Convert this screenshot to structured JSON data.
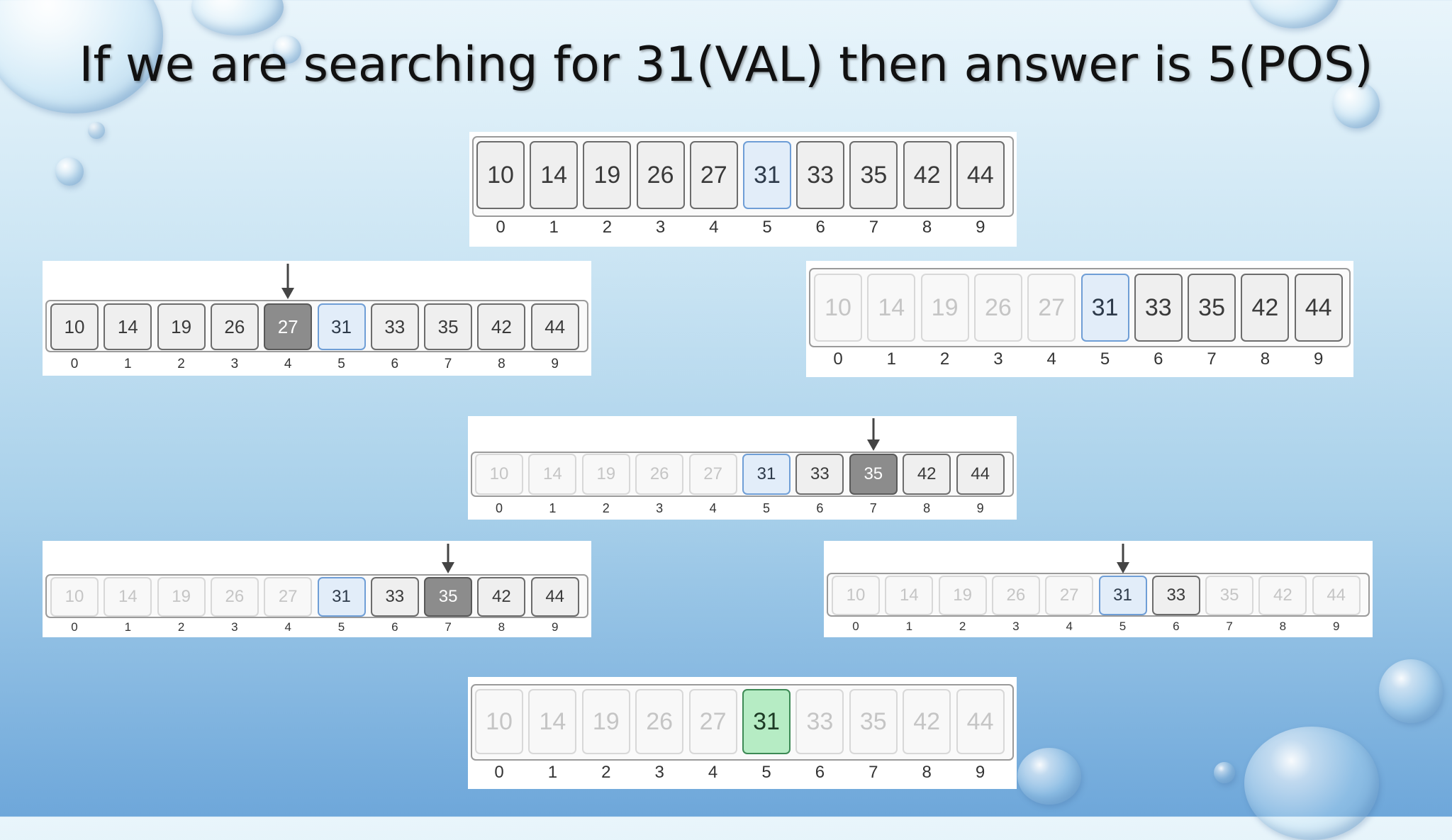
{
  "title": "If we are searching for 31(VAL) then answer is 5(POS)",
  "values": [
    "10",
    "14",
    "19",
    "26",
    "27",
    "31",
    "33",
    "35",
    "42",
    "44"
  ],
  "indices": [
    "0",
    "1",
    "2",
    "3",
    "4",
    "5",
    "6",
    "7",
    "8",
    "9"
  ],
  "colors": {
    "target": "#e2edf9",
    "mid": "#8c8c8c",
    "found": "#b6ecc4",
    "faded": "#f8f8f8"
  },
  "steps": [
    {
      "states": [
        "normal",
        "normal",
        "normal",
        "normal",
        "normal",
        "target",
        "normal",
        "normal",
        "normal",
        "normal"
      ],
      "arrow": null
    },
    {
      "states": [
        "normal",
        "normal",
        "normal",
        "normal",
        "mid",
        "target",
        "normal",
        "normal",
        "normal",
        "normal"
      ],
      "arrow": 4
    },
    {
      "states": [
        "faded",
        "faded",
        "faded",
        "faded",
        "faded",
        "target",
        "normal",
        "normal",
        "normal",
        "normal"
      ],
      "arrow": null
    },
    {
      "states": [
        "faded",
        "faded",
        "faded",
        "faded",
        "faded",
        "target",
        "normal",
        "mid",
        "normal",
        "normal"
      ],
      "arrow": 7
    },
    {
      "states": [
        "faded",
        "faded",
        "faded",
        "faded",
        "faded",
        "target",
        "normal",
        "mid",
        "normal",
        "normal"
      ],
      "arrow": 7
    },
    {
      "states": [
        "faded",
        "faded",
        "faded",
        "faded",
        "faded",
        "target",
        "normal",
        "faded",
        "faded",
        "faded"
      ],
      "arrow": 5
    },
    {
      "states": [
        "faded",
        "faded",
        "faded",
        "faded",
        "faded",
        "found",
        "faded",
        "faded",
        "faded",
        "faded"
      ],
      "arrow": null
    }
  ]
}
